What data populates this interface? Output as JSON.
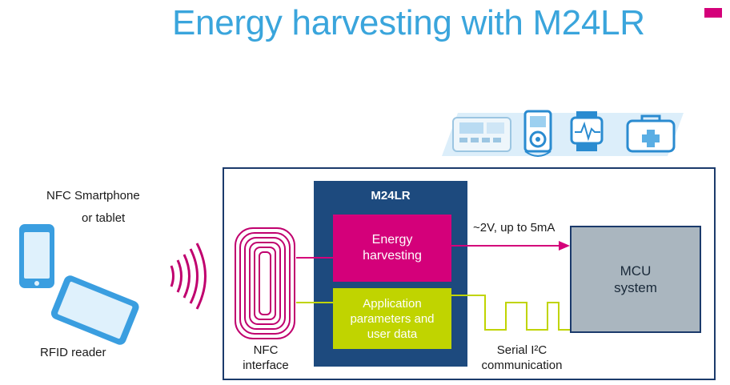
{
  "title": "Energy harvesting with M24LR",
  "left": {
    "line1": "NFC Smartphone",
    "line2": "or tablet",
    "reader": "RFID reader"
  },
  "nfc": {
    "line1": "NFC",
    "line2": "interface"
  },
  "m24lr": {
    "title": "M24LR",
    "energy_line1": "Energy",
    "energy_line2": "harvesting",
    "app_line1": "Application",
    "app_line2": "parameters and",
    "app_line3": "user data"
  },
  "power_label": "~2V, up to 5mA",
  "serial": {
    "line1": "Serial I²C",
    "line2": "communication"
  },
  "mcu": {
    "line1": "MCU",
    "line2": "system"
  },
  "colors": {
    "title": "#3aa5dc",
    "magenta": "#d4007a",
    "lime": "#c0d400",
    "navy": "#1d4a7e",
    "device_blue": "#3a9ee0",
    "mcu_gray": "#aab6bf"
  },
  "icons": [
    "metering-device-icon",
    "media-player-icon",
    "wristband-monitor-icon",
    "medical-kit-icon"
  ]
}
